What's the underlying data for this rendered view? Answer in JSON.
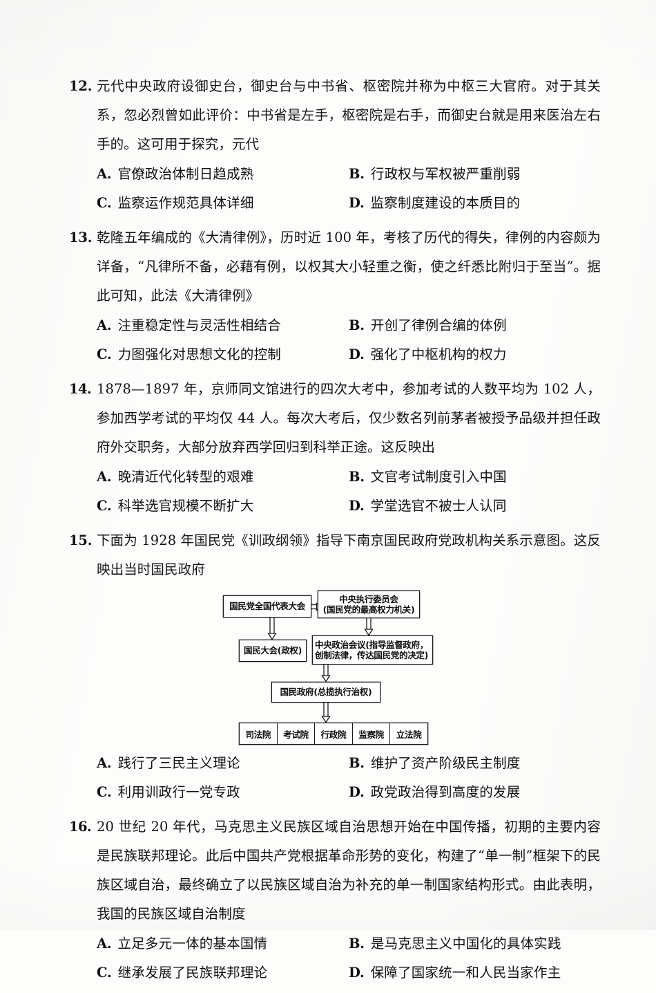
{
  "document": {
    "type": "history-exam-page",
    "language": "zh-CN"
  },
  "questions": [
    {
      "number": "12.",
      "stem": "元代中央政府设御史台，御史台与中书省、枢密院并称为中枢三大官府。对于其关系，忽必烈曾如此评价：中书省是左手，枢密院是右手，而御史台就是用来医治左右手的。这可用于探究，元代",
      "options": [
        {
          "letter": "A.",
          "text": "官僚政治体制日趋成熟"
        },
        {
          "letter": "B.",
          "text": "行政权与军权被严重削弱"
        },
        {
          "letter": "C.",
          "text": "监察运作规范具体详细"
        },
        {
          "letter": "D.",
          "text": "监察制度建设的本质目的"
        }
      ]
    },
    {
      "number": "13.",
      "stem": "乾隆五年编成的《大清律例》，历时近 100 年，考核了历代的得失，律例的内容颇为详备，“凡律所不备，必藉有例，以权其大小轻重之衡，使之纤悉比附归于至当”。据此可知，此法《大清律例》",
      "options": [
        {
          "letter": "A.",
          "text": "注重稳定性与灵活性相结合"
        },
        {
          "letter": "B.",
          "text": "开创了律例合编的体例"
        },
        {
          "letter": "C.",
          "text": "力图强化对思想文化的控制"
        },
        {
          "letter": "D.",
          "text": "强化了中枢机构的权力"
        }
      ]
    },
    {
      "number": "14.",
      "stem": "1878—1897 年，京师同文馆进行的四次大考中，参加考试的人数平均为 102 人，参加西学考试的平均仅 44 人。每次大考后，仅少数名列前茅者被授予品级并担任政府外交职务，大部分放弃西学回归到科举正途。这反映出",
      "options": [
        {
          "letter": "A.",
          "text": "晚清近代化转型的艰难"
        },
        {
          "letter": "B.",
          "text": "文官考试制度引入中国"
        },
        {
          "letter": "C.",
          "text": "科举选官规模不断扩大"
        },
        {
          "letter": "D.",
          "text": "学堂选官不被士人认同"
        }
      ]
    },
    {
      "number": "15.",
      "stem": "下面为 1928 年国民党《训政纲领》指导下南京国民政府党政机构关系示意图。这反映出当时国民政府",
      "options": [
        {
          "letter": "A.",
          "text": "践行了三民主义理论"
        },
        {
          "letter": "B.",
          "text": "维护了资产阶级民主制度"
        },
        {
          "letter": "C.",
          "text": "利用训政行一党专政"
        },
        {
          "letter": "D.",
          "text": "政党政治得到高度的发展"
        }
      ]
    },
    {
      "number": "16.",
      "stem": "20 世纪 20 年代，马克思主义民族区域自治思想开始在中国传播，初期的主要内容是民族联邦理论。此后中国共产党根据革命形势的变化，构建了“单一制”框架下的民族区域自治，最终确立了以民族区域自治为补充的单一制国家结构形式。由此表明，我国的民族区域自治制度",
      "options": [
        {
          "letter": "A.",
          "text": "立足多元一体的基本国情"
        },
        {
          "letter": "B.",
          "text": "是马克思主义中国化的具体实践"
        },
        {
          "letter": "C.",
          "text": "继承发展了民族联邦理论"
        },
        {
          "letter": "D.",
          "text": "保障了国家统一和人民当家作主"
        }
      ]
    }
  ],
  "diagram": {
    "title": "1928年国民党《训政纲领》指导下南京国民政府党政机构关系示意图",
    "nodes": {
      "congress": "国民党全国代表大会",
      "central_executive_committee_line1": "中央执行委员会",
      "central_executive_committee_line2": "(国民党的最高权力机关)",
      "national_assembly": "国民大会(政权)",
      "central_political_council_line1": "中央政治会议(指导监督政府，",
      "central_political_council_line2": "创制法律，传达国民党的决定)",
      "national_government": "国民政府(总揽执行治权)"
    },
    "yuan_row": [
      "司法院",
      "考试院",
      "行政院",
      "监察院",
      "立法院"
    ]
  }
}
